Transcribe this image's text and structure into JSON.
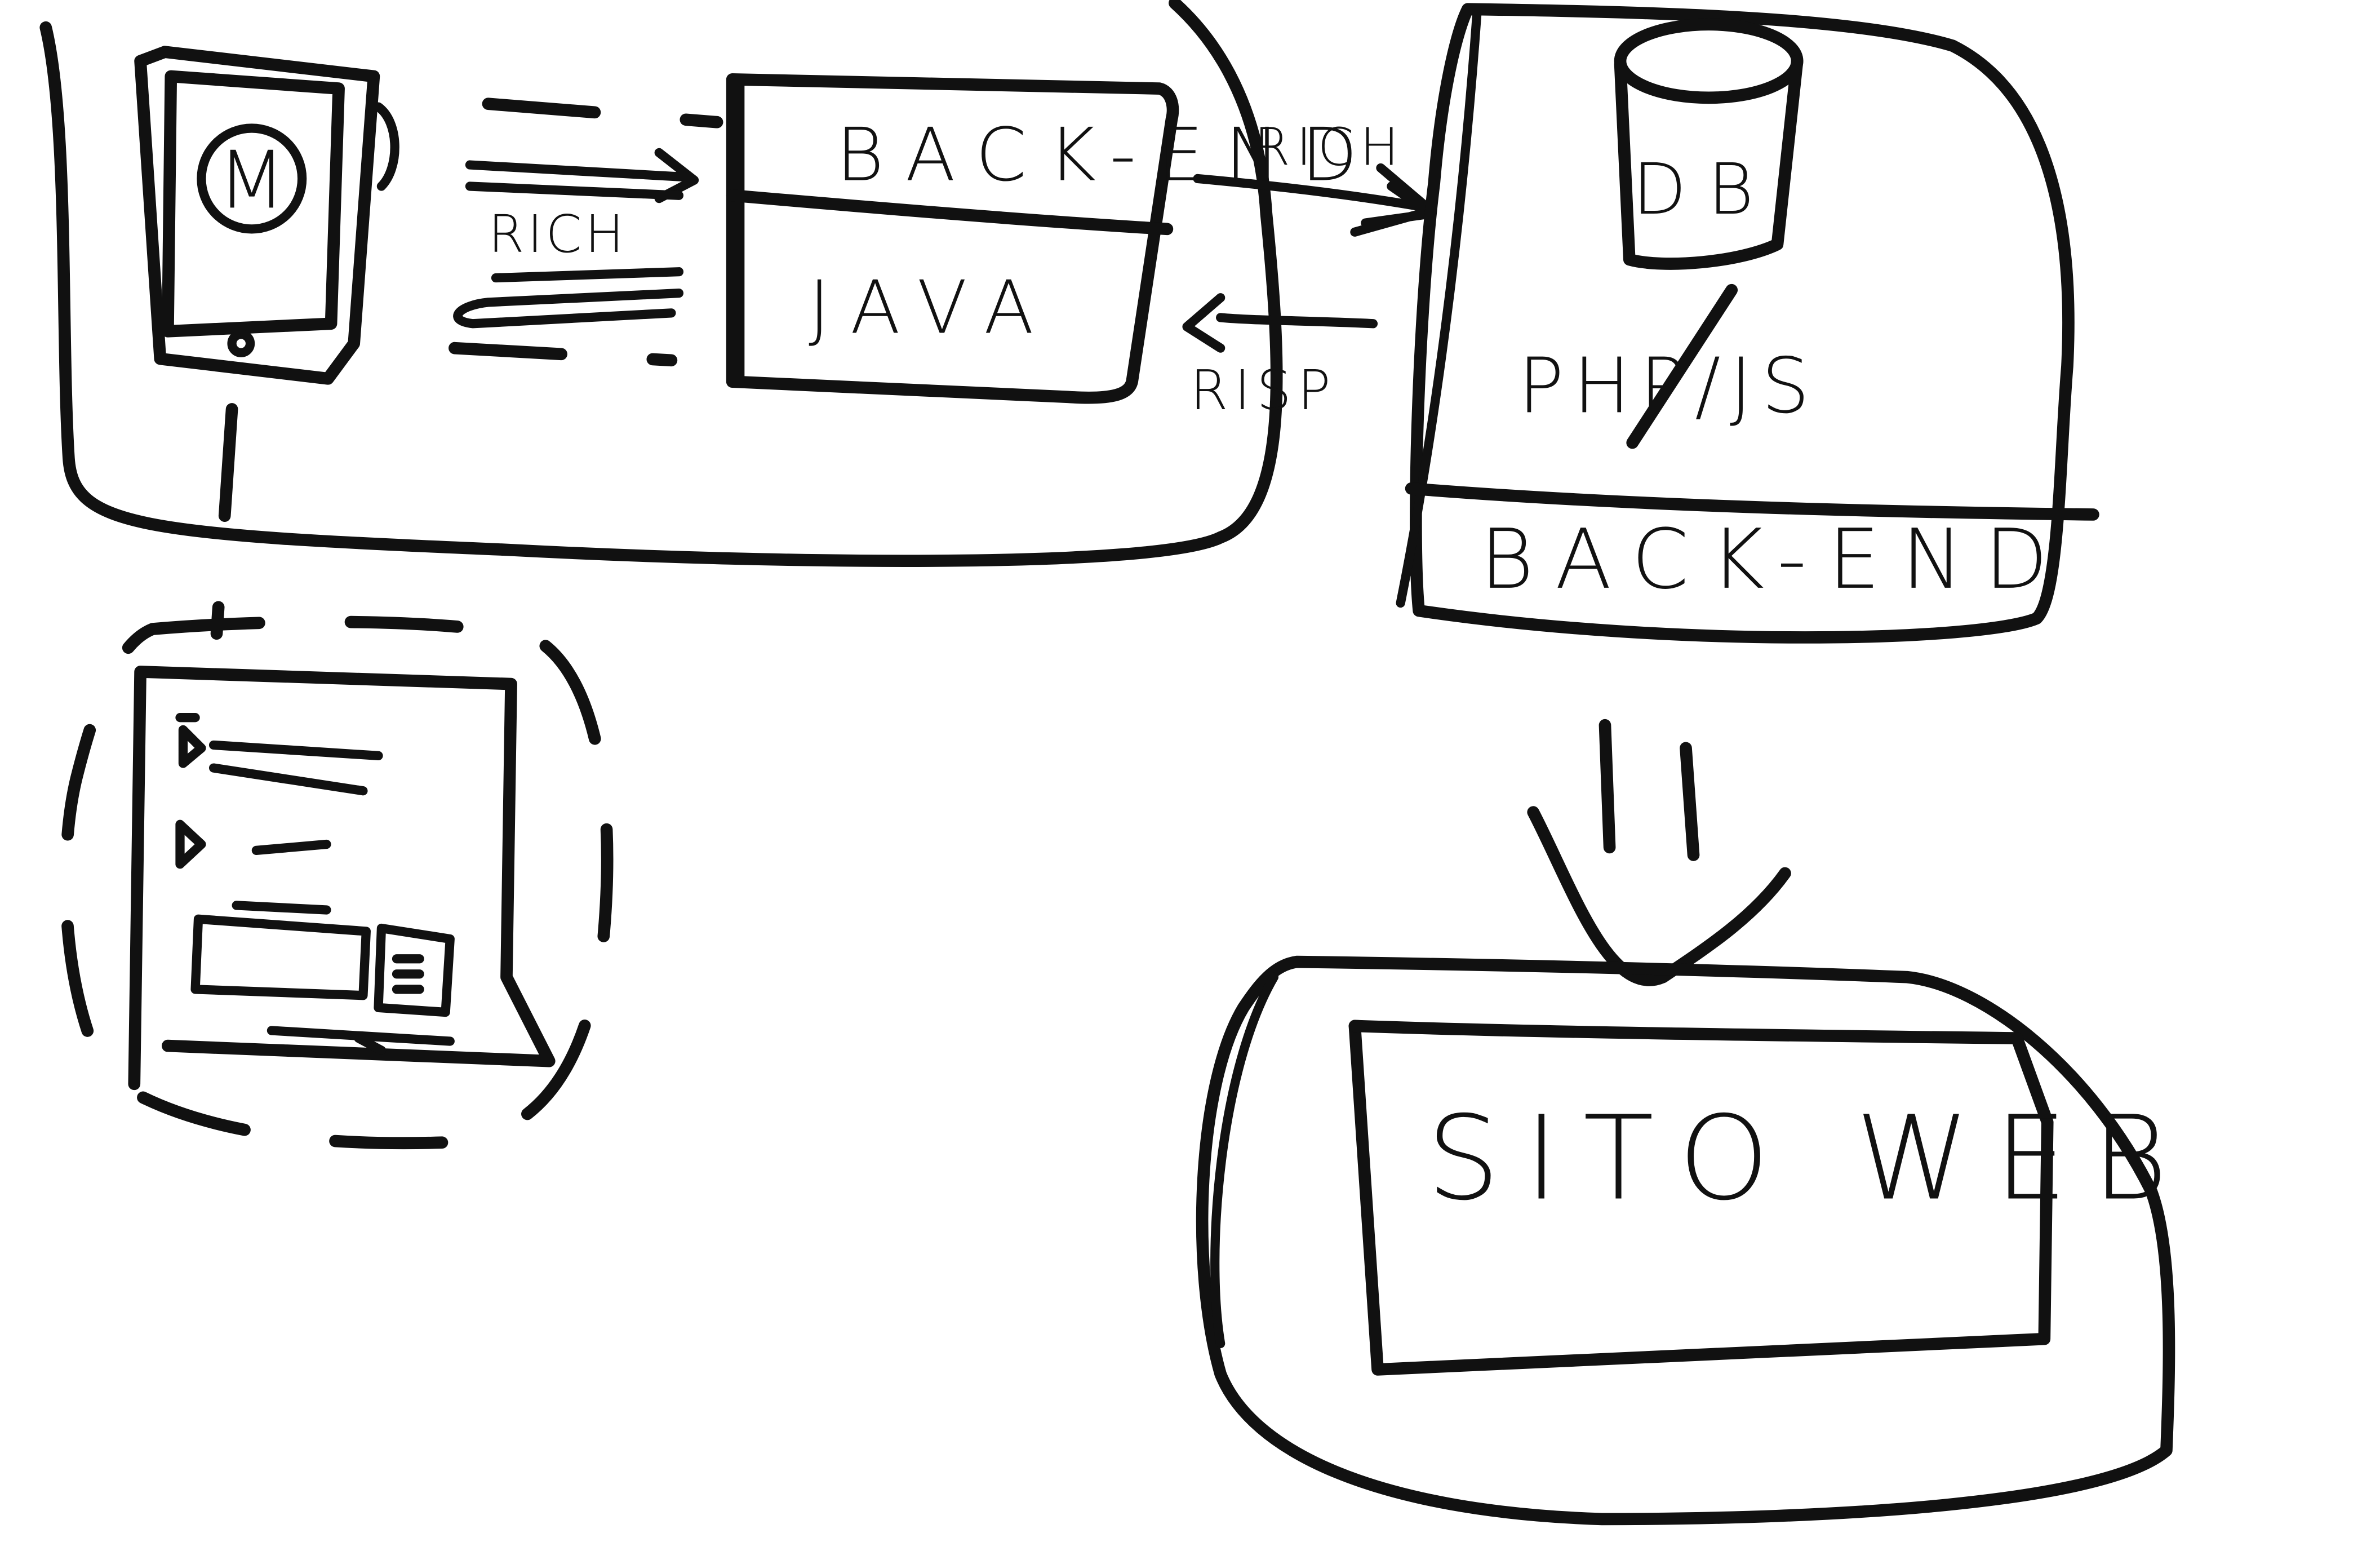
{
  "labels": {
    "front_backend": "BACK-END",
    "java": "JAVA",
    "app_logo": "M",
    "request_arrow": "RICH",
    "response_arrow": "RISP",
    "database": "DB",
    "php_js": "PHP/JS",
    "server_backend": "BACK-END",
    "website": "SITO WEB"
  },
  "colors": {
    "ink": "#111111",
    "paper": "#ffffff"
  }
}
